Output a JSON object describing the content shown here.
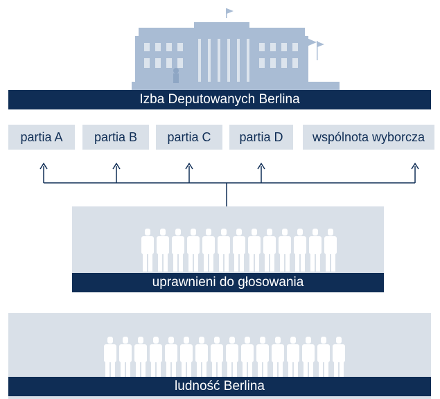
{
  "building": {
    "icon": "parliament-building-icon"
  },
  "parliament": {
    "label": "Izba Deputowanych Berlina"
  },
  "parties": [
    {
      "label": "partia A"
    },
    {
      "label": "partia B"
    },
    {
      "label": "partia C"
    },
    {
      "label": "partia D"
    },
    {
      "label": "wspólnota wyborcza"
    }
  ],
  "voters": {
    "label": "uprawnieni do głosowania",
    "person_count": 13,
    "icon": "person-icon"
  },
  "population": {
    "label": "ludność Berlina",
    "person_count": 16,
    "icon": "person-icon"
  },
  "colors": {
    "navy": "#0f2d55",
    "panel": "#d9e0e8",
    "building": "#a9bcd4",
    "person": "#ffffff"
  }
}
